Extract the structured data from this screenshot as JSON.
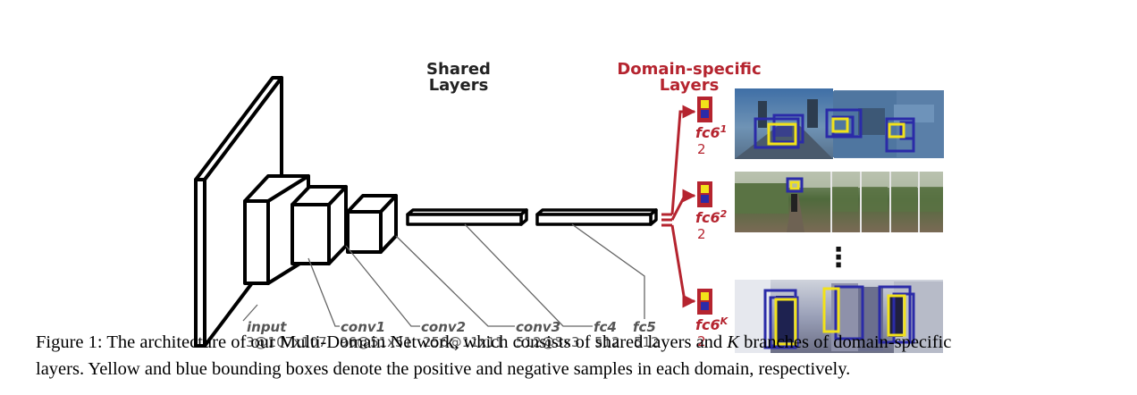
{
  "headings": {
    "shared_line1": "Shared",
    "shared_line2": "Layers",
    "domain_line1": "Domain-specific",
    "domain_line2": "Layers"
  },
  "layers": [
    {
      "name": "input",
      "dims": "3@107x107"
    },
    {
      "name": "conv1",
      "dims": "96@51x51"
    },
    {
      "name": "conv2",
      "dims": "256@11x11"
    },
    {
      "name": "conv3",
      "dims": "512@3x3"
    },
    {
      "name": "fc4",
      "dims": "512"
    },
    {
      "name": "fc5",
      "dims": "512"
    }
  ],
  "branches": [
    {
      "name": "fc6",
      "superscript": "1",
      "dims": "2"
    },
    {
      "name": "fc6",
      "superscript": "2",
      "dims": "2"
    },
    {
      "name": "fc6",
      "superscript": "K",
      "dims": "2"
    }
  ],
  "ellipsis": "⋮",
  "caption": {
    "prefix": "Figure 1: The architecture of our Multi-Domain Network, which consists of shared layers and ",
    "k": "K",
    "suffix": " branches of domain-specific",
    "line2": "layers. Yellow and blue bounding boxes denote the positive and negative samples in each domain, respectively."
  },
  "colors": {
    "domain_red": "#b5242f",
    "label_gray": "#555555",
    "positive_box": "#f2e21a",
    "negative_box": "#2b2ba8"
  }
}
